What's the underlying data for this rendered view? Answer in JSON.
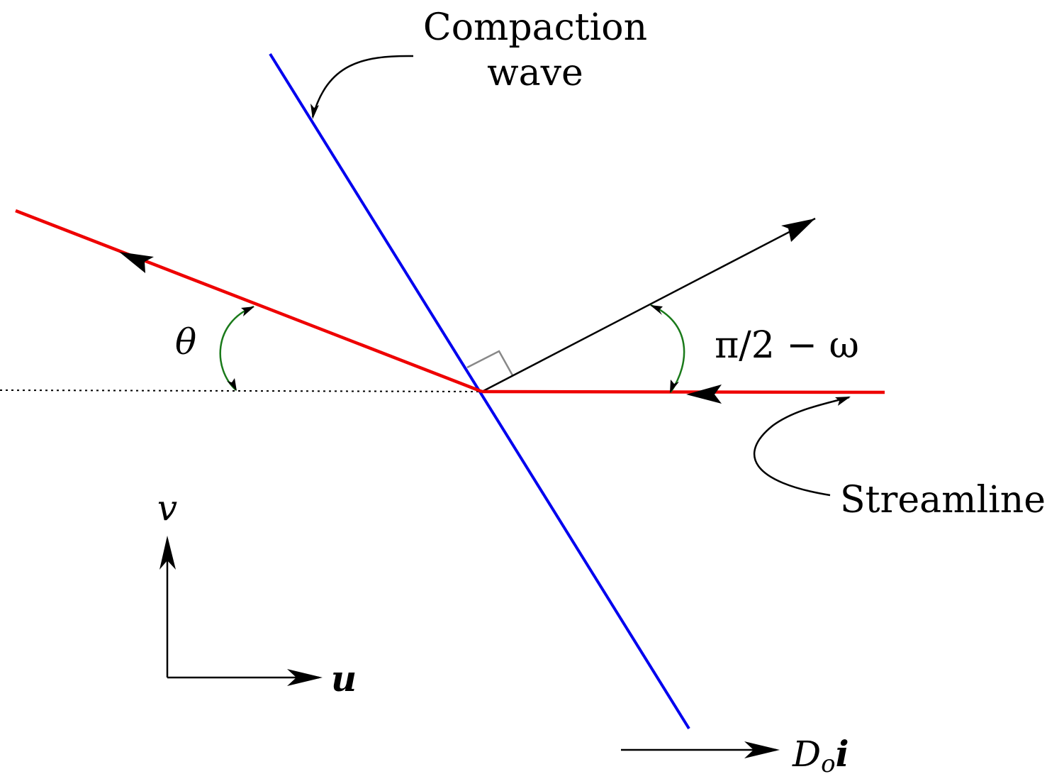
{
  "labels": {
    "compaction_line1": "Compaction",
    "compaction_line2": "wave",
    "streamline": "Streamline",
    "theta": "θ",
    "angle_pi2_omega": "π/2 − ω",
    "axis_v": "v",
    "axis_u": "u",
    "velocity_D": "D",
    "velocity_sub": "o",
    "velocity_i": "i"
  },
  "colors": {
    "wave_line": "#0000ee",
    "streamline": "#ee0000",
    "angle_arc": "#1a7a1a",
    "normal_line": "#000000",
    "right_angle_marker": "#888888"
  }
}
